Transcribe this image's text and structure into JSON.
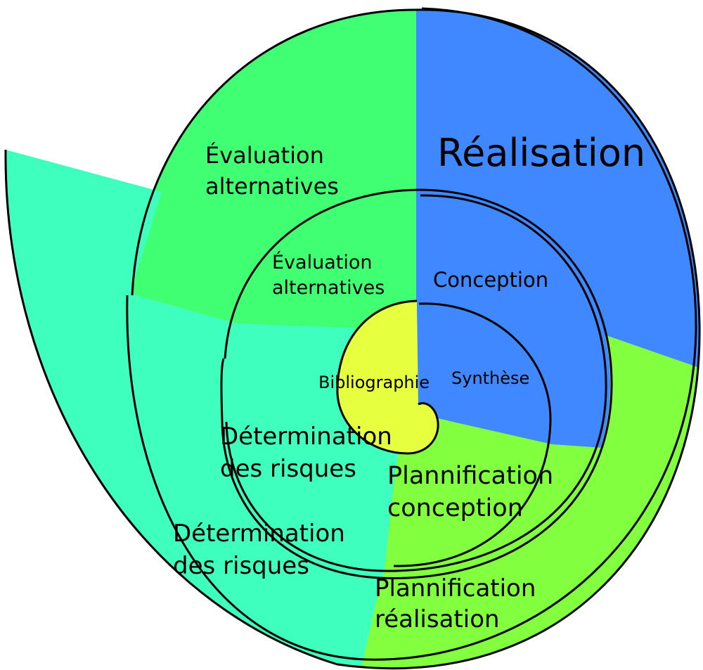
{
  "colors": {
    "quadrant_evaluation": "#40FF73",
    "quadrant_realisation": "#3F88FF",
    "quadrant_planification": "#82FF3F",
    "quadrant_risques": "#3FFFBF",
    "center_bibliographie": "#E6FF3F",
    "outline": "#000000"
  },
  "labels": {
    "outer_realisation": "Réalisation",
    "outer_evaluation": [
      "Évaluation",
      "alternatives"
    ],
    "outer_risques": [
      "Détermination",
      "des risques"
    ],
    "outer_planification": [
      "Plannification",
      "réalisation"
    ],
    "middle_conception": "Conception",
    "middle_evaluation": [
      "Évaluation",
      "alternatives"
    ],
    "middle_risques": [
      "Détermination",
      "des risques"
    ],
    "middle_planification": [
      "Plannification",
      "conception"
    ],
    "inner_bibliographie": "Bibliographie",
    "inner_synthese": "Synthèse"
  }
}
